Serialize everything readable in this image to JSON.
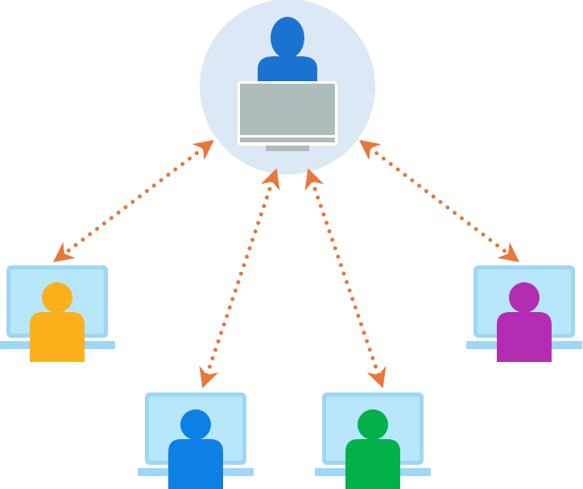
{
  "colors": {
    "background": "#ffffff",
    "hub_circle": "#dde8f5",
    "hub_user": "#1a73d0",
    "hub_monitor": "#aebcbc",
    "hub_monitor_border": "#ffffff",
    "laptop_frame": "#9ed6f5",
    "laptop_screen": "#b8e6fb",
    "connector": "#e8773a"
  },
  "hub": {
    "icons": [
      "user-icon",
      "desktop-monitor-icon"
    ]
  },
  "clients": [
    {
      "id": "client-orange",
      "user_color": "#fbb01c",
      "icon": "laptop-user-icon"
    },
    {
      "id": "client-blue",
      "user_color": "#0d80e6",
      "icon": "laptop-user-icon"
    },
    {
      "id": "client-green",
      "user_color": "#03b04a",
      "icon": "laptop-user-icon"
    },
    {
      "id": "client-purple",
      "user_color": "#b32cb1",
      "icon": "laptop-user-icon"
    }
  ],
  "connections": [
    {
      "from": "hub",
      "to": "client-orange",
      "style": "dotted",
      "arrows": "both"
    },
    {
      "from": "hub",
      "to": "client-blue",
      "style": "dotted",
      "arrows": "both"
    },
    {
      "from": "hub",
      "to": "client-green",
      "style": "dotted",
      "arrows": "both"
    },
    {
      "from": "hub",
      "to": "client-purple",
      "style": "dotted",
      "arrows": "both"
    }
  ]
}
